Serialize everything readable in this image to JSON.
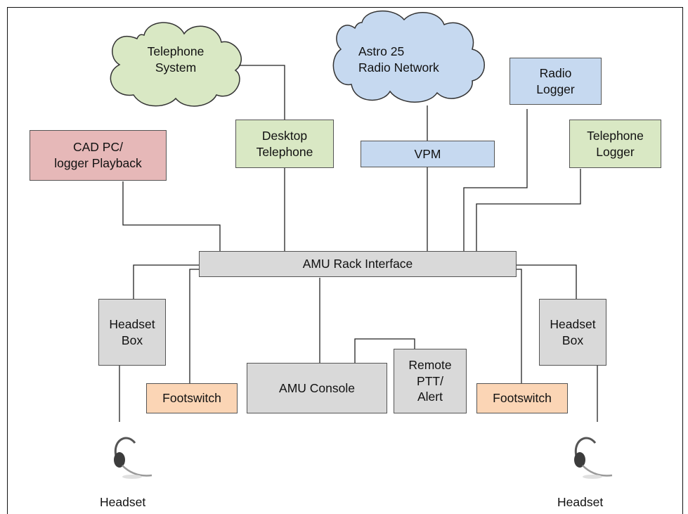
{
  "clouds": {
    "telephone_system": "Telephone\nSystem",
    "radio_network": "Astro 25\nRadio Network"
  },
  "boxes": {
    "radio_logger": "Radio\nLogger",
    "telephone_logger": "Telephone\nLogger",
    "cad_pc": "CAD PC/\nlogger Playback",
    "desktop_telephone": "Desktop\nTelephone",
    "vpm": "VPM",
    "amu_rack": "AMU Rack Interface",
    "headset_box_left": "Headset\nBox",
    "headset_box_right": "Headset\nBox",
    "footswitch_left": "Footswitch",
    "footswitch_right": "Footswitch",
    "amu_console": "AMU Console",
    "remote_ptt": "Remote\nPTT/\nAlert"
  },
  "labels": {
    "headset_left": "Headset",
    "headset_right": "Headset"
  },
  "colors": {
    "green": "#d9e8c4",
    "blue": "#c6d9f0",
    "pink": "#e6b8b8",
    "grey": "#d9d9d9",
    "peach": "#fbd5b5"
  },
  "icons": [
    "cloud-icon",
    "headset-icon"
  ]
}
